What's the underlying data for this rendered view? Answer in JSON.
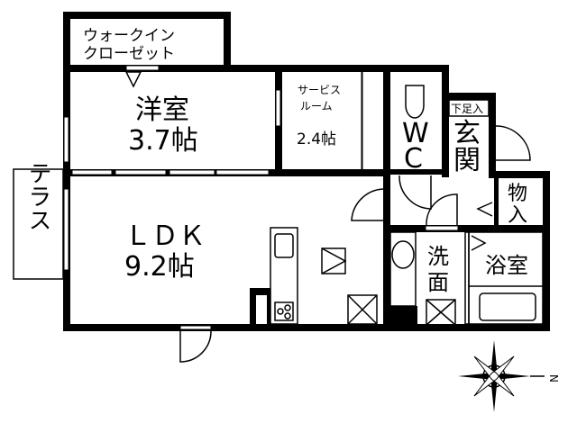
{
  "rooms": {
    "walk_in_closet": {
      "line1": "ウォークイン",
      "line2": "クローゼット"
    },
    "western_room": {
      "name": "洋室",
      "size": "3.7帖"
    },
    "service_room": {
      "line1": "サービス",
      "line2": "ルーム",
      "size": "2.4帖"
    },
    "wc": {
      "line1": "W",
      "line2": "C"
    },
    "entrance": {
      "shoe_box": "下足入",
      "line1": "玄",
      "line2": "関"
    },
    "storage": {
      "line1": "物",
      "line2": "入"
    },
    "ldk": {
      "name": "ＬＤＫ",
      "size": "9.2帖"
    },
    "washroom": {
      "line1": "洗",
      "line2": "面"
    },
    "bathroom": {
      "name": "浴室"
    },
    "terrace": {
      "name": "テラス"
    }
  },
  "compass": {
    "north_label": "N"
  },
  "colors": {
    "wall": "#000000",
    "background": "#ffffff"
  }
}
